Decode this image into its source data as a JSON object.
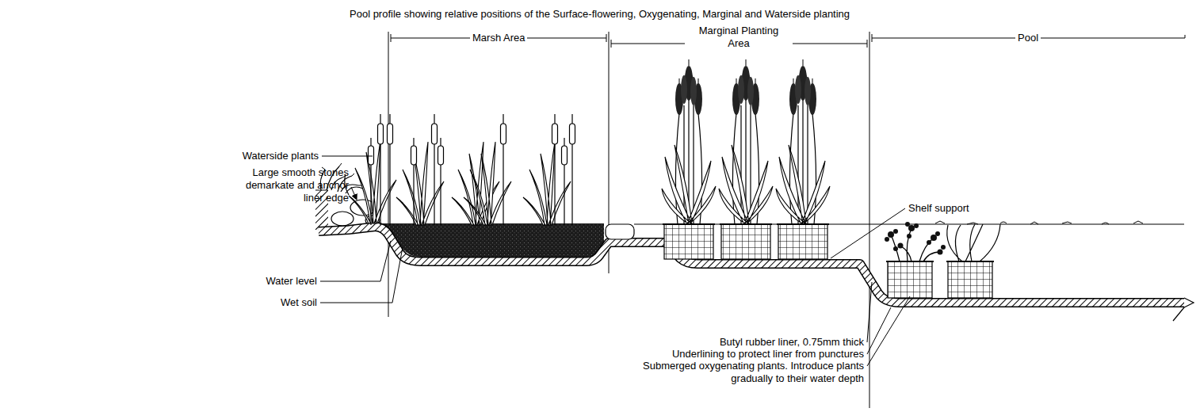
{
  "diagram": {
    "title": "Pool profile showing relative positions of the Surface-flowering, Oxygenating, Marginal and Waterside planting",
    "labels": [
      "Marsh Area",
      "Marginal Planting Area",
      "Pool",
      "Waterside plants",
      "Large smooth stones demarkate and anchor liner edge",
      "Shelf support",
      "Water level",
      "Wet soil",
      "Butyl rubber liner, 0.75mm thick",
      "Underlining to protect liner from punctures",
      "Submerged oxygenating plants. Introduce plants gradually to their water depth"
    ]
  }
}
